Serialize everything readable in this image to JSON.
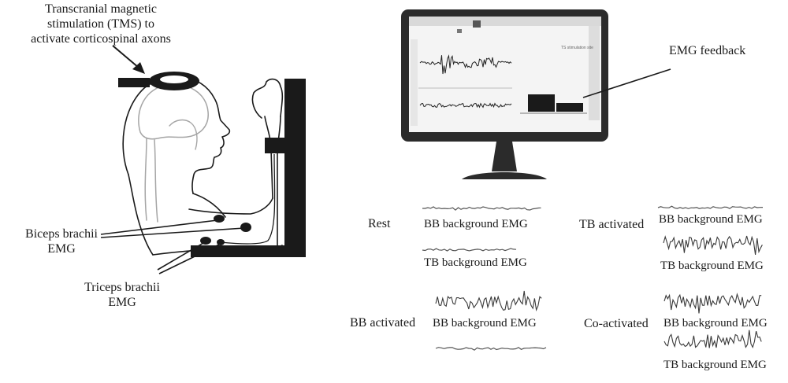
{
  "labels": {
    "tms_line1": "Transcranial magnetic",
    "tms_line2": "stimulation (TMS) to",
    "tms_line3": "activate corticospinal axons",
    "emg_feedback": "EMG feedback",
    "biceps_line1": "Biceps brachii",
    "biceps_line2": "EMG",
    "triceps_line1": "Triceps brachii",
    "triceps_line2": "EMG"
  },
  "conditions": [
    {
      "name": "Rest",
      "top_label": "BB background EMG",
      "bottom_label": "TB background EMG",
      "top_trace": "quiet",
      "bottom_trace": "quiet"
    },
    {
      "name": "TB activated",
      "top_label": "BB background EMG",
      "bottom_label": "TB background EMG",
      "top_trace": "quiet",
      "bottom_trace": "active"
    },
    {
      "name": "BB activated",
      "top_label": "BB background EMG",
      "bottom_label": "",
      "top_trace": "active",
      "bottom_trace": "quiet"
    },
    {
      "name": "Co-activated",
      "top_label": "BB background EMG",
      "bottom_label": "TB background EMG",
      "top_trace": "active",
      "bottom_trace": "active"
    }
  ],
  "monitor": {
    "header_text": "TS stimulation site"
  },
  "colors": {
    "ink": "#1a1a1a",
    "dark": "#2b2b2b",
    "gray": "#9a9a9a",
    "screen": "#f4f4f4"
  }
}
